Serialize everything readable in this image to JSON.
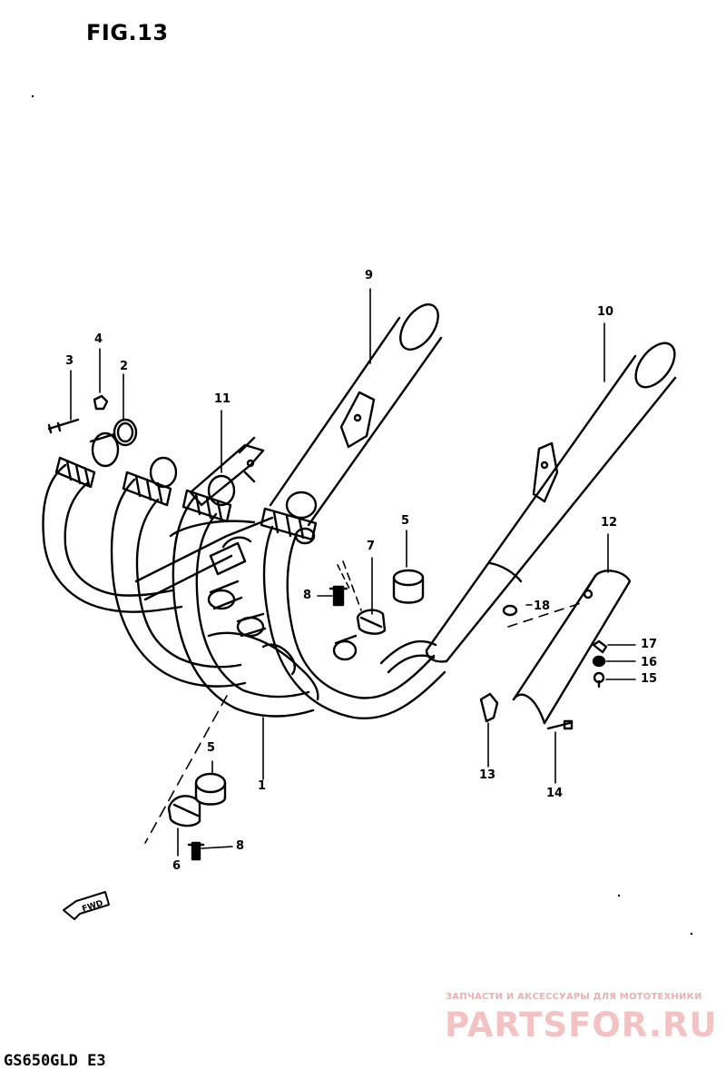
{
  "figure_title": "FIG.13",
  "model_code": "GS650GLD E3",
  "fwd_label": "FWD",
  "watermark": {
    "caption": "ЗАПЧАСТИ И АКСЕССУАРЫ ДЛЯ МОТОТЕХНИКИ",
    "brand": "PARTSFOR.RU"
  },
  "callouts": {
    "c1": "1",
    "c2": "2",
    "c3": "3",
    "c4": "4",
    "c5a": "5",
    "c5b": "5",
    "c6": "6",
    "c7": "7",
    "c8a": "8",
    "c8b": "8",
    "c9": "9",
    "c10": "10",
    "c11": "11",
    "c12": "12",
    "c13": "13",
    "c14": "14",
    "c15": "15",
    "c16": "16",
    "c17": "17",
    "c18": "18"
  }
}
